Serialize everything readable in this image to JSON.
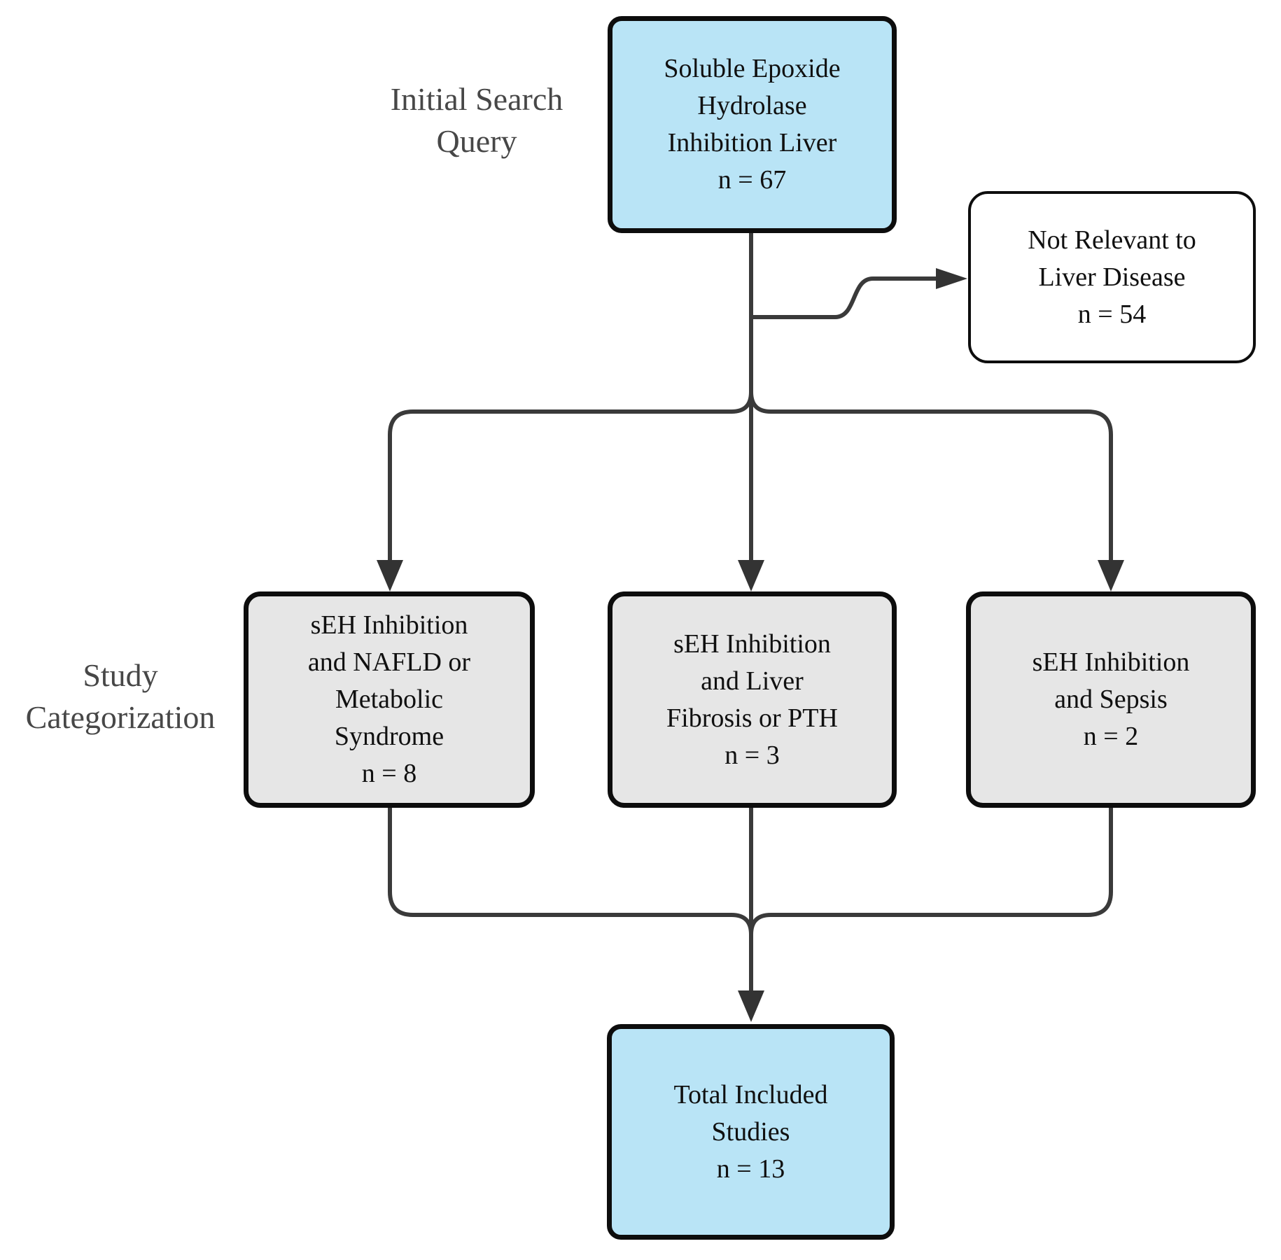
{
  "labels": {
    "initial_search": {
      "line1": "Initial Search",
      "line2": "Query"
    },
    "study_categorization": {
      "line1": "Study",
      "line2": "Categorization"
    }
  },
  "nodes": {
    "initial_query": {
      "text": "Soluble Epoxide\nHydrolase\nInhibition Liver\nn = 67",
      "count": 67
    },
    "not_relevant": {
      "text": "Not Relevant to\nLiver Disease\nn = 54",
      "count": 54
    },
    "nafld": {
      "text": "sEH Inhibition\nand NAFLD or\nMetabolic\nSyndrome\nn = 8",
      "count": 8
    },
    "fibrosis": {
      "text": "sEH Inhibition\nand Liver\nFibrosis or PTH\nn = 3",
      "count": 3
    },
    "sepsis": {
      "text": "sEH Inhibition\nand Sepsis\nn = 2",
      "count": 2
    },
    "total": {
      "text": "Total Included\nStudies\nn = 13",
      "count": 13
    }
  },
  "colors": {
    "highlight_box": "#b9e4f6",
    "category_box": "#e6e6e6",
    "plain_box": "#ffffff",
    "line": "#3a3a3a",
    "border": "#0d0d0d",
    "label_text": "#474747"
  }
}
